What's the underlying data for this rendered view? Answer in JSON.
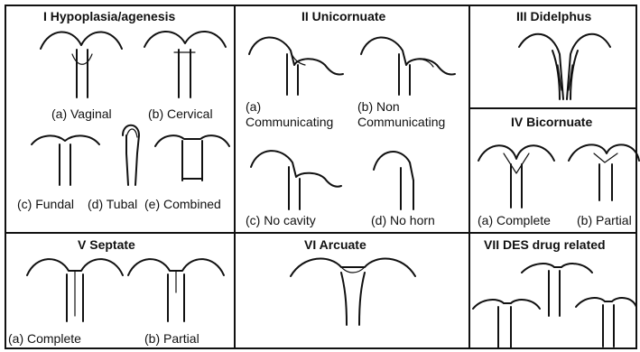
{
  "panels": {
    "p1": {
      "title": "I    Hypoplasia/agenesis",
      "labels": [
        "(a) Vaginal",
        "(b) Cervical",
        "(c) Fundal",
        "(d) Tubal",
        "(e) Combined"
      ]
    },
    "p2": {
      "title": "II    Unicornuate",
      "labels": [
        "(a)",
        "Communicating",
        "(b) Non",
        "Communicating",
        "(c) No cavity",
        "(d) No horn"
      ]
    },
    "p3": {
      "title": "III    Didelphus"
    },
    "p4": {
      "title": "IV    Bicornuate",
      "labels": [
        "(a) Complete",
        "(b) Partial"
      ]
    },
    "p5": {
      "title": "V    Septate",
      "labels": [
        "(a) Complete",
        "(b) Partial"
      ]
    },
    "p6": {
      "title": "VI    Arcuate"
    },
    "p7": {
      "title": "VII    DES drug related"
    }
  }
}
